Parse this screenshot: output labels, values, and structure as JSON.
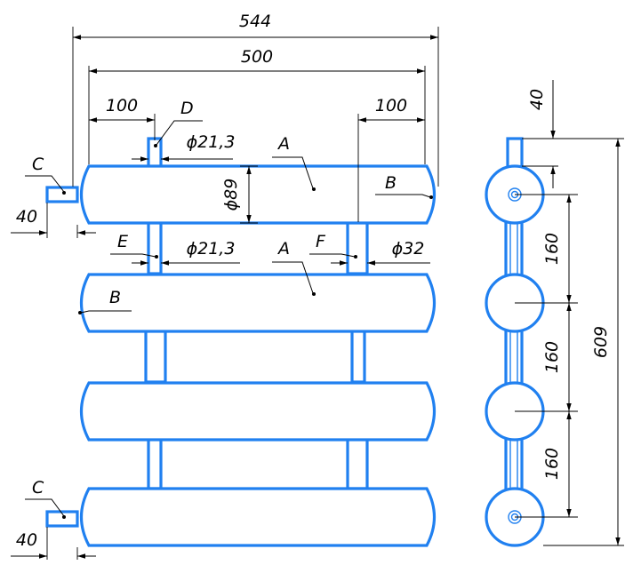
{
  "dimensions": {
    "overall_width": "544",
    "inner_width": "500",
    "left_offset": "100",
    "right_offset": "100",
    "pipe_diameter": "ϕ89",
    "nozzle_d_diameter": "ϕ21,3",
    "nozzle_e_diameter": "ϕ21,3",
    "nozzle_f_diameter": "ϕ32",
    "stub_c_top": "40",
    "stub_c_bottom": "40",
    "side_top": "40",
    "side_pitch_1": "160",
    "side_pitch_2": "160",
    "side_pitch_3": "160",
    "total_height": "609"
  },
  "labels": {
    "c_top": "C",
    "c_bottom": "C",
    "d": "D",
    "e": "E",
    "f": "F",
    "a_top": "A",
    "a_second": "A",
    "b_top": "B",
    "b_second": "B"
  },
  "colors": {
    "pipe_stroke": "#2080f0",
    "dimension_lines": "#000000"
  }
}
